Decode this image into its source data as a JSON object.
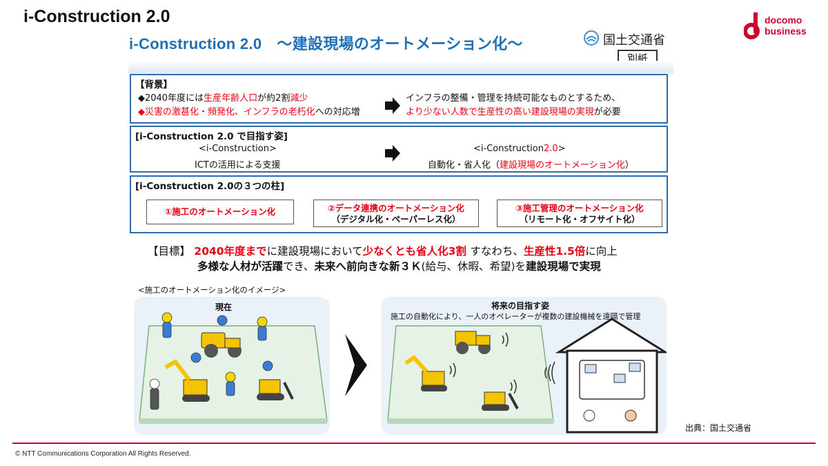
{
  "slide_title": "i-Construction 2.0",
  "brand": {
    "line1": "docomo",
    "line2": "business"
  },
  "header": {
    "title": "i-Construction 2.0",
    "subtitle": "～建設現場のオートメーション化～",
    "ministry": "国土交通省",
    "attachment_label": "別紙"
  },
  "background_box": {
    "heading": "【背景】",
    "bullet1": {
      "p1": "◆2040年度には",
      "r1": "生産年齢人口",
      "p2": "が約2割",
      "r2": "減少"
    },
    "bullet2": {
      "r1": "◆災害の激甚化・頻発化、インフラの老朽化",
      "p1": "への対応増"
    },
    "result1": "インフラの整備・管理を持続可能なものとするため、",
    "result2": {
      "r1": "より少ない人数で生産性の高い建設現場の実現",
      "p1": "が必要"
    }
  },
  "aim_box": {
    "heading": "[i-Construction 2.0 で目指す姿]",
    "left_title": "<i-Construction>",
    "left_desc": "ICTの活用による支援",
    "right_title_prefix": "<i-Construction",
    "right_title_version": "2.0",
    "right_title_suffix": ">",
    "right_desc_prefix": "自動化・省人化（",
    "right_desc_red": "建設現場のオートメーション化",
    "right_desc_suffix": "）"
  },
  "pillars_box": {
    "heading": "[i-Construction 2.0の３つの柱]",
    "pillars": [
      {
        "title": "①施工のオートメーション化",
        "sub": ""
      },
      {
        "title": "②データ連携のオートメーション化",
        "sub": "（デジタル化・ペーパーレス化）"
      },
      {
        "title": "③施工管理のオートメーション化",
        "sub": "（リモート化・オフサイト化）"
      }
    ]
  },
  "goal": {
    "label": "【目標】",
    "r1": "2040年度まで",
    "t1": "に建設現場において",
    "r2": "少なくとも省人化3割",
    "t2": "すなわち、",
    "r3": "生産性1.5倍",
    "t3": "に向上",
    "l2a": "多様な人材が活躍",
    "l2b": "でき、",
    "l2c": "未来へ前向きな新３Ｋ",
    "l2d": "(給与、休暇、希望)を",
    "l2e": "建設現場で実現"
  },
  "image_section": {
    "caption": "<施工のオートメーション化のイメージ>",
    "current_label": "現在",
    "future_label": "将来の目指す姿",
    "future_desc": "施工の自動化により、一人のオペレーターが複数の建設機械を遠隔で管理"
  },
  "source": "出典：国土交通省",
  "copyright": "© NTT Communications Corporation All Rights Reserved.",
  "colors": {
    "accent_blue": "#2d6ca8",
    "emphasis_red": "#e60012",
    "brand_red": "#cc0033"
  }
}
